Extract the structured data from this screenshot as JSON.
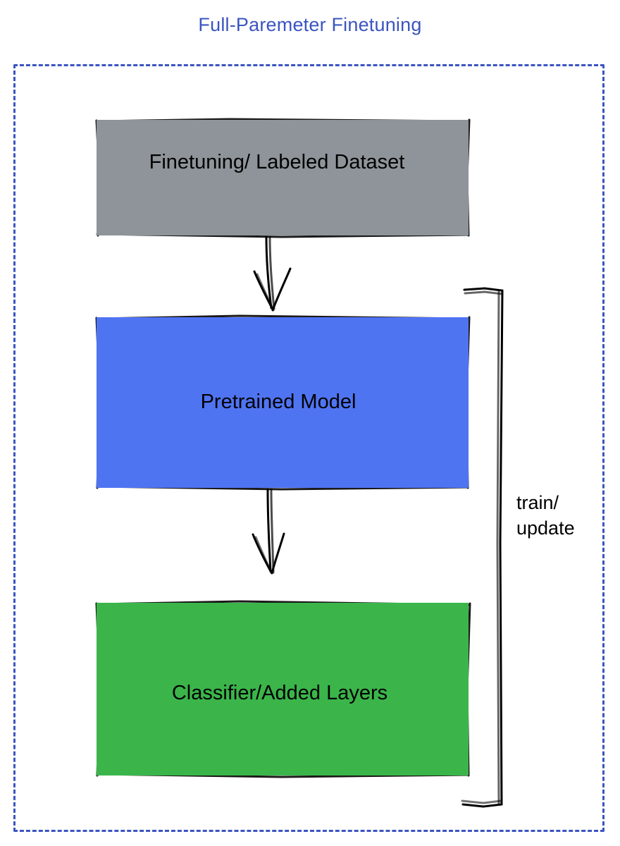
{
  "diagram": {
    "title": "Full-Paremeter Finetuning",
    "title_color": "#3b55c0",
    "frame": {
      "name": "dashed-container",
      "border_style": "dashed",
      "border_color": "#3b55c0"
    },
    "nodes": [
      {
        "id": "dataset",
        "label": "Finetuning/ Labeled Dataset",
        "fill": "#8e9499",
        "stroke": "#1a1a1a",
        "text_color": "#000000"
      },
      {
        "id": "pretrained",
        "label": "Pretrained Model",
        "fill": "#4f74f2",
        "stroke": "#1a1a1a",
        "text_color": "#000000"
      },
      {
        "id": "classifier",
        "label": "Classifier/Added Layers",
        "fill": "#3bb54a",
        "stroke": "#1a1a1a",
        "text_color": "#000000"
      }
    ],
    "edges": [
      {
        "id": "dataset-to-pretrained",
        "from": "dataset",
        "to": "pretrained",
        "label": "",
        "style": "hand-drawn-arrow",
        "direction": "down"
      },
      {
        "id": "pretrained-to-classifier",
        "from": "pretrained",
        "to": "classifier",
        "label": "",
        "style": "hand-drawn-arrow",
        "direction": "down"
      },
      {
        "id": "classifier-to-pretrained-loop",
        "from": "classifier",
        "to": "pretrained",
        "label_line1": "train/",
        "label_line2": "update",
        "style": "hand-drawn-bracket",
        "direction": "up-right-loop"
      }
    ],
    "loop_label": {
      "line1": "train/",
      "line2": "update"
    }
  }
}
